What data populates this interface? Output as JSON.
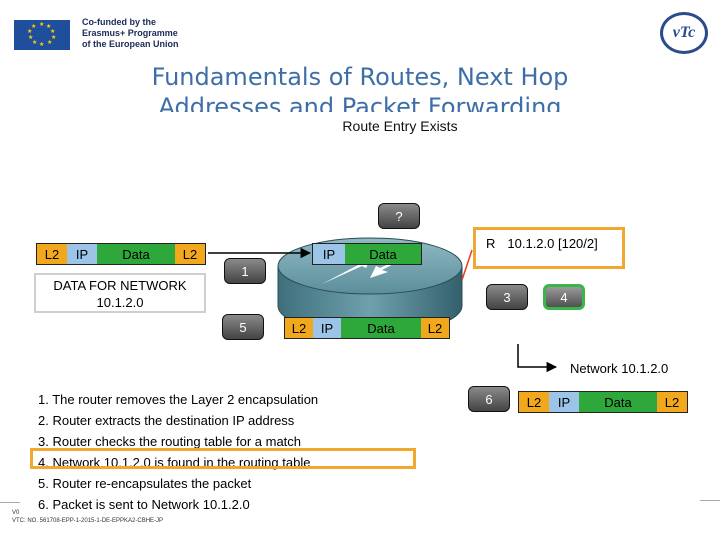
{
  "header": {
    "eu_text": [
      "Co-funded by the",
      "Erasmus+ Programme",
      "of the European Union"
    ],
    "logo_text": "vTc"
  },
  "title_line1": "Fundamentals of Routes, Next Hop",
  "title_line2": "Addresses and Packet Forwarding",
  "diagram": {
    "caption": "Route Entry Exists",
    "frame_labels": {
      "l2": "L2",
      "ip": "IP",
      "data": "Data"
    },
    "data_for_network": [
      "DATA FOR NETWORK",
      "10.1.2.0"
    ],
    "route_entry": {
      "prefix": "R",
      "value": "10.1.2.0 [120/2]"
    },
    "steps": [
      "1",
      "?",
      "3",
      "4",
      "5",
      "6"
    ],
    "network_label": "Network 10.1.2.0"
  },
  "steps_list": [
    "1. The router removes the Layer 2 encapsulation",
    "2. Router extracts the destination IP address",
    "3. Router checks the routing table for a match",
    "4. Network 10.1.2.0 is found in the routing table",
    "5. Router re-encapsulates the packet",
    "6. Packet is sent to Network 10.1.2.0"
  ],
  "footer": {
    "version": "V0",
    "project": "VTC: NO. 561708-EPP-1-2015-1-DE-EPPKA2-CBHE-JP"
  },
  "colors": {
    "l2": "#f2a81d",
    "ip": "#9cc3e8",
    "data": "#2ea83a",
    "highlight": "#f0a830",
    "title": "#3e6ea8"
  }
}
